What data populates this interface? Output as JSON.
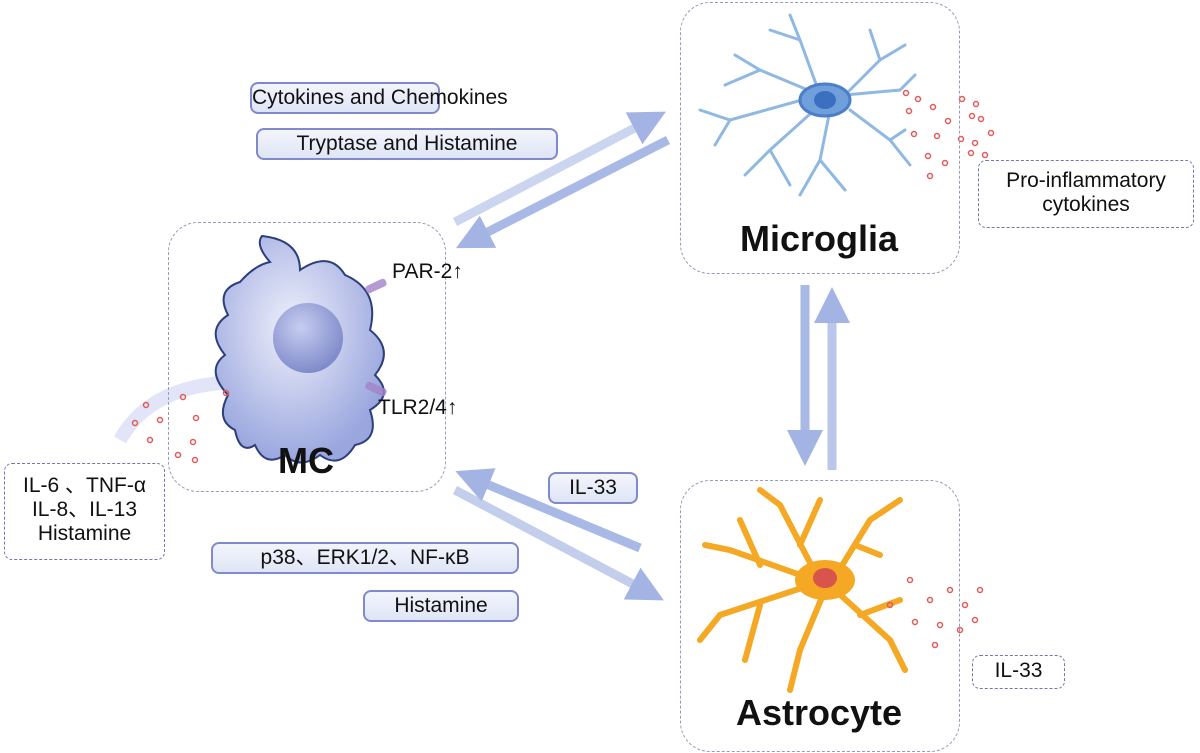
{
  "cells": {
    "mc": {
      "title": "MC",
      "receptors": [
        "PAR-2↑",
        "TLR2/4↑"
      ],
      "secreted": [
        "IL-6 、TNF-α",
        "IL-8、IL-13",
        "Histamine"
      ]
    },
    "microglia": {
      "title": "Microglia",
      "secreted": [
        "Pro-inflammatory",
        "cytokines"
      ]
    },
    "astrocyte": {
      "title": "Astrocyte",
      "secreted": "IL-33"
    }
  },
  "pathways": {
    "mc_microglia": [
      "Cytokines and Chemokines",
      "Tryptase and Histamine"
    ],
    "astrocyte_to_mc": "IL-33",
    "mc_to_astrocyte": [
      "p38、ERK1/2、NF-κB",
      "Histamine"
    ]
  },
  "colors": {
    "arrow": "#a9b9e6",
    "label_border": "#7f89cc",
    "granule": "#e05a5a",
    "mc": "#b9c2ec",
    "microglia": "#8fb8e2",
    "astrocyte": "#f4a824"
  }
}
